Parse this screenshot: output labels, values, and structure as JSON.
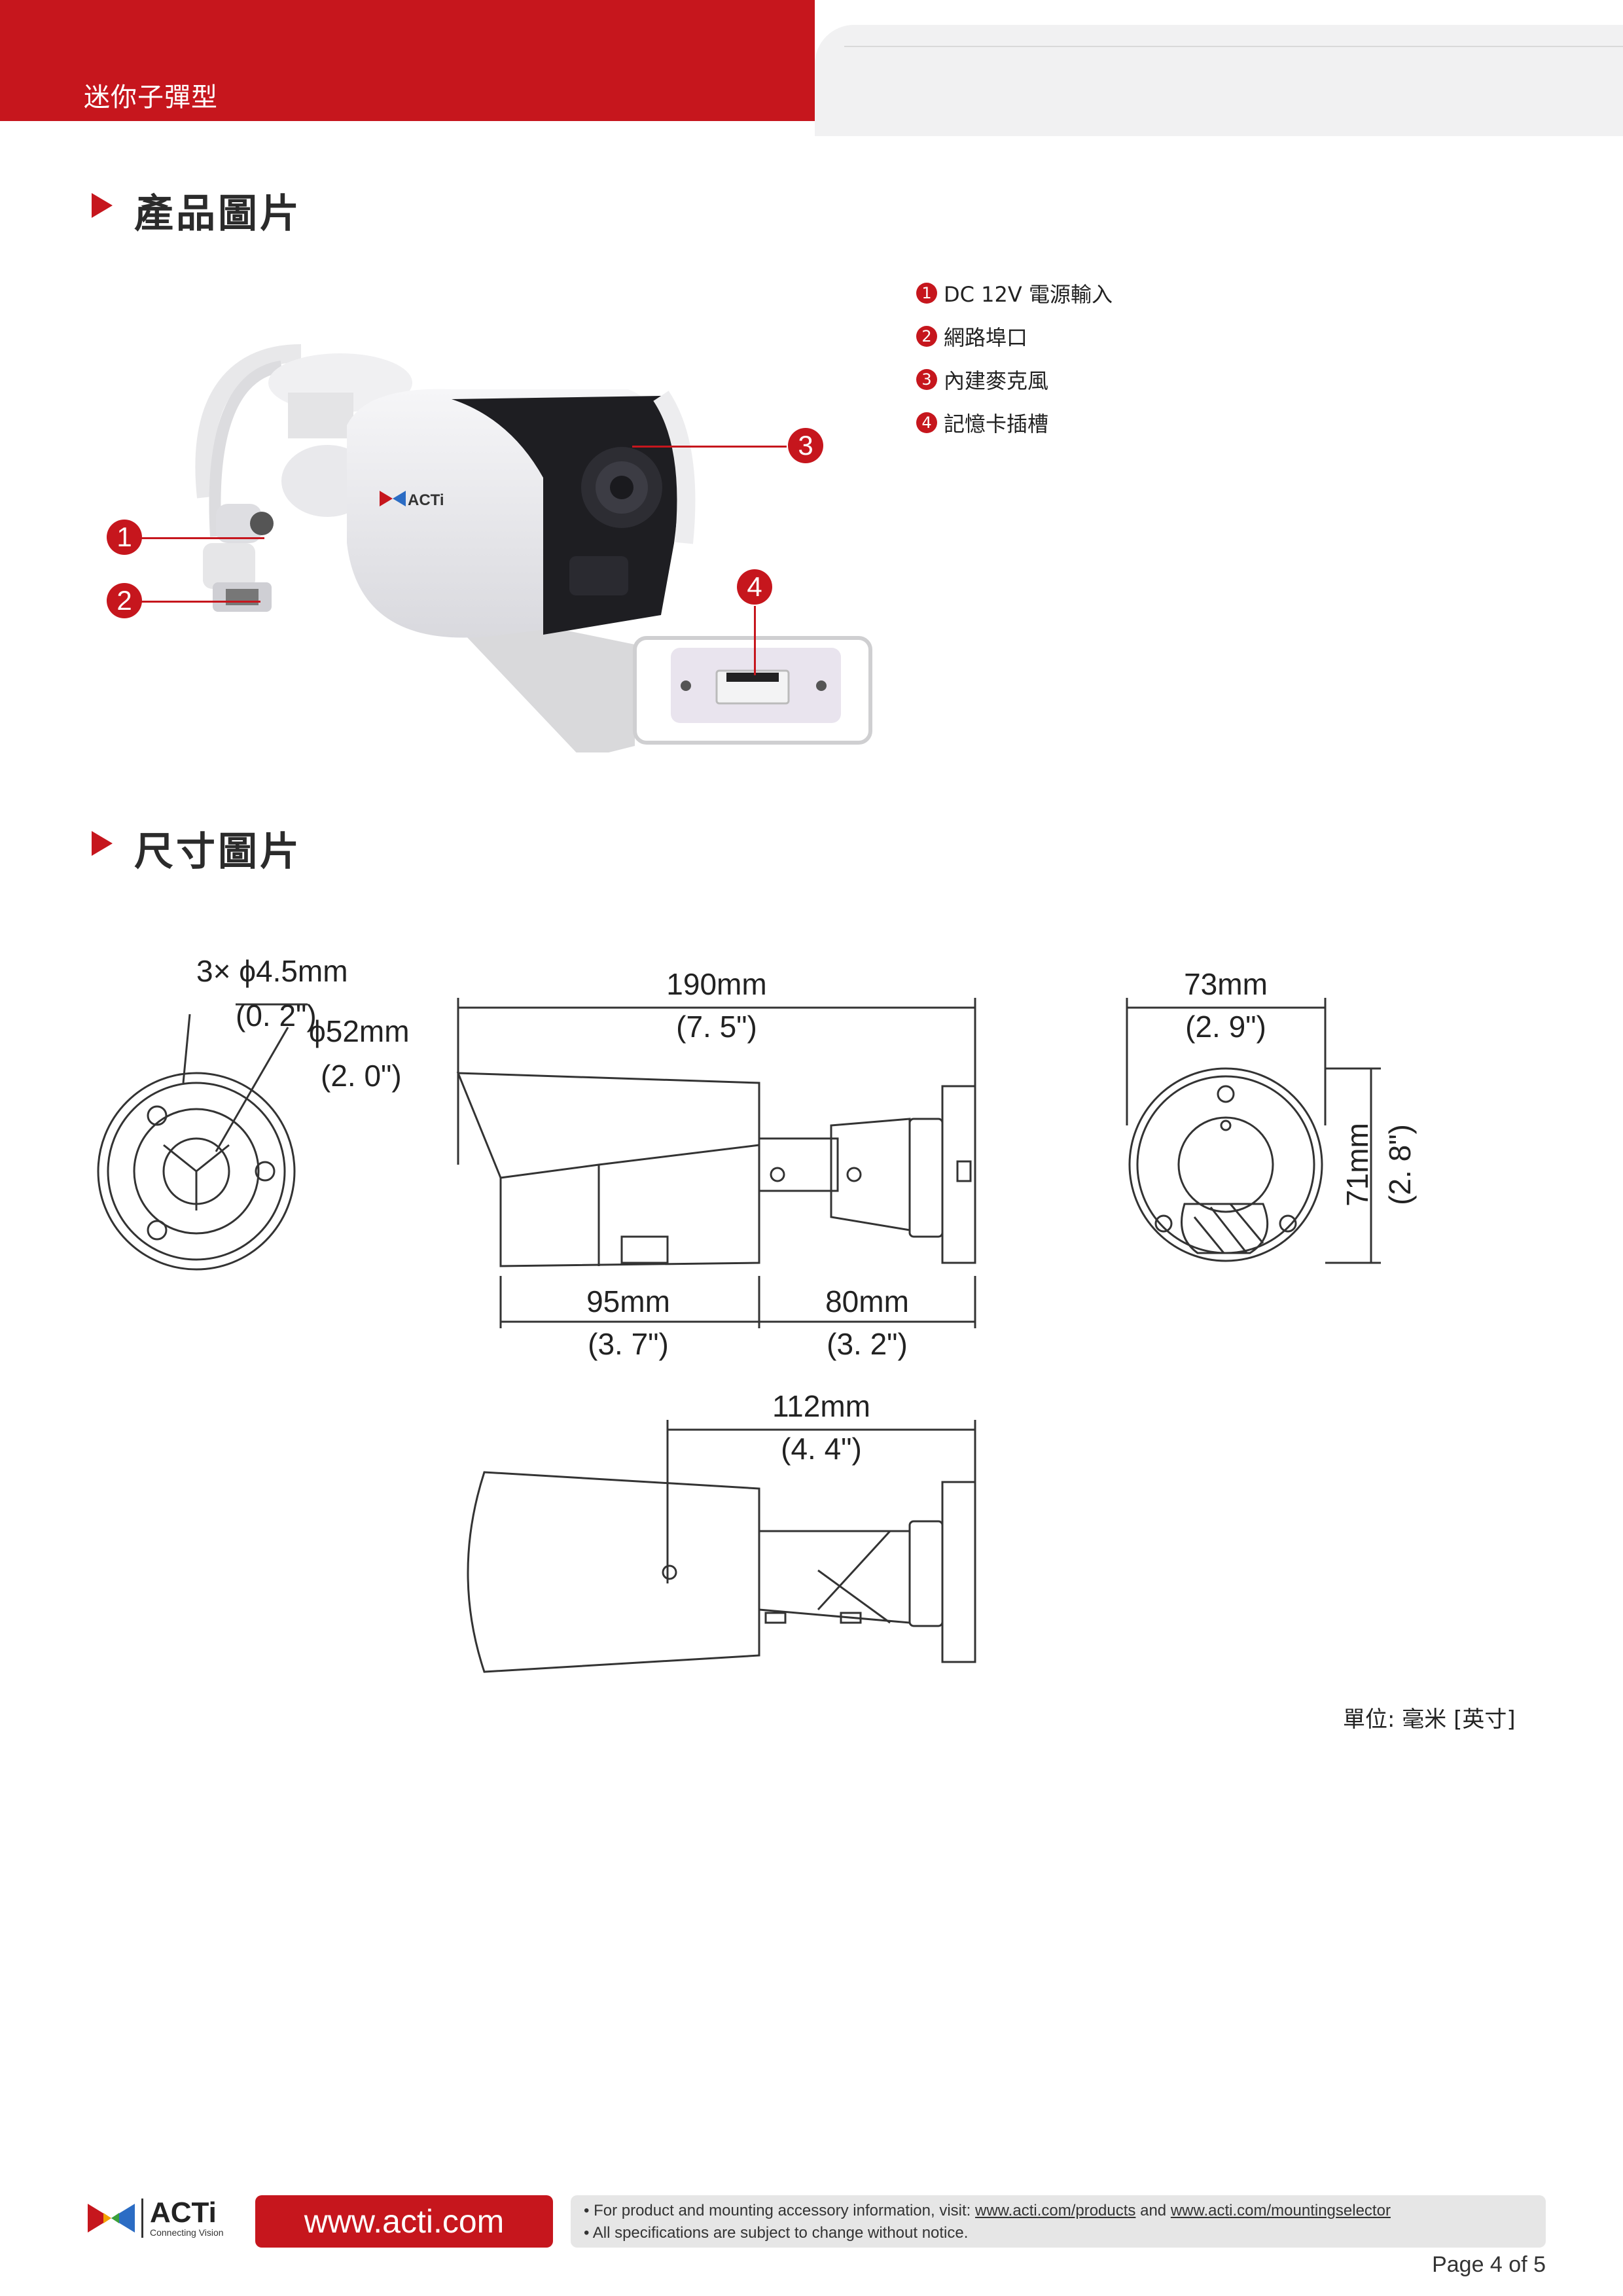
{
  "header": {
    "title": "迷你子彈型"
  },
  "sections": {
    "product_photo": "產品圖片",
    "dimensions": "尺寸圖片"
  },
  "legend": [
    {
      "num": "1",
      "label": "DC 12V 電源輸入"
    },
    {
      "num": "2",
      "label": "網路埠口"
    },
    {
      "num": "3",
      "label": "內建麥克風"
    },
    {
      "num": "4",
      "label": "記憶卡插槽"
    }
  ],
  "callouts": [
    "1",
    "2",
    "3",
    "4"
  ],
  "camera_logo": "ACTi",
  "dimensions": {
    "holes": "3× ϕ4.5mm",
    "holes_in": "(0. 2\")",
    "base_diameter": "ϕ52mm",
    "base_diameter_in": "(2. 0\")",
    "length": "190mm",
    "length_in": "(7. 5\")",
    "width": "73mm",
    "width_in": "(2. 9\")",
    "height": "71mm",
    "height_in": "(2. 8\")",
    "body": "95mm",
    "body_in": "(3. 7\")",
    "bracket": "80mm",
    "bracket_in": "(3. 2\")",
    "depth": "112mm",
    "depth_in": "(4. 4\")"
  },
  "unit_note": "單位: 毫米 [英寸]",
  "footer": {
    "logo_text": "ACTi",
    "logo_tagline": "Connecting Vision",
    "website": "www.acti.com",
    "line1_prefix": "• For product and mounting accessory information, visit: ",
    "link1": "www.acti.com/products",
    "line1_and": " and ",
    "link2": "www.acti.com/mountingselector",
    "line2": "• All specifications are subject to change without notice.",
    "page": "Page 4 of 5"
  }
}
